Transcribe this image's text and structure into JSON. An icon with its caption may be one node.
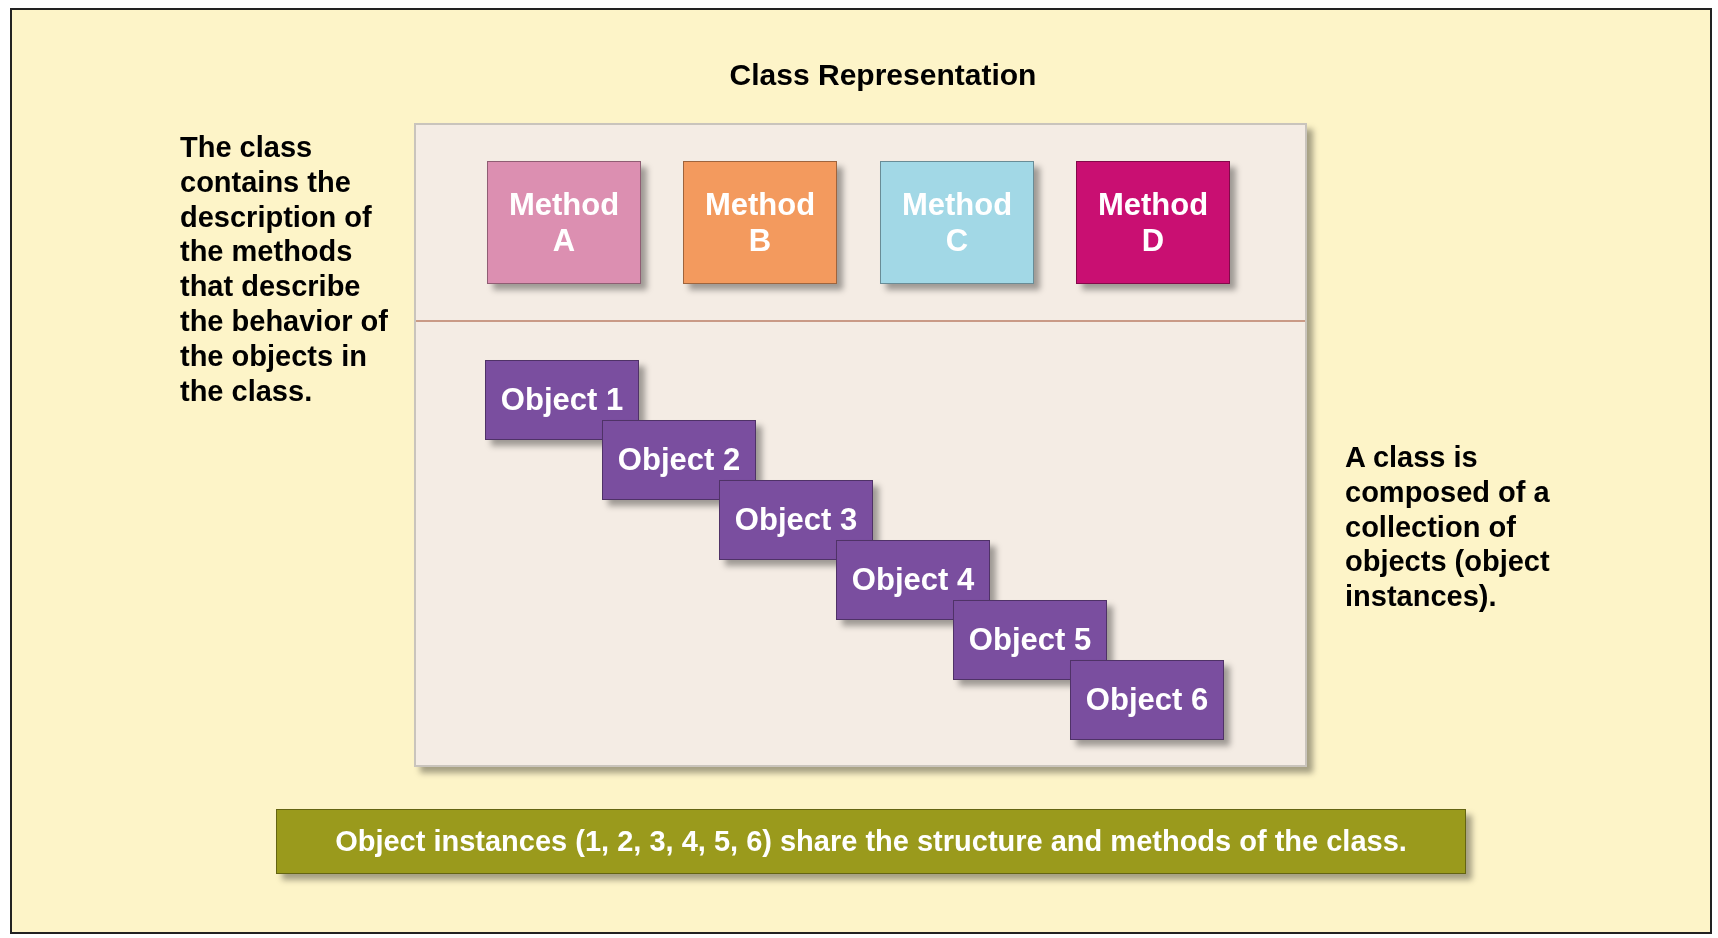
{
  "diagram": {
    "title": "Class Representation",
    "nodes": [
      {
        "text": [],
        "shape": "box"
      },
      {
        "text": [
          "Method A"
        ],
        "in": 0
      },
      {
        "text": [
          "Method B"
        ],
        "in": 0
      },
      {
        "text": [
          "Method C"
        ],
        "in": 0
      },
      {
        "text": [
          "Method D"
        ],
        "in": 0
      },
      {
        "text": [
          "Object 1"
        ],
        "in": 0
      },
      {
        "text": [
          "Object 2"
        ],
        "in": 0
      },
      {
        "text": [
          "Object 3"
        ],
        "in": 0
      },
      {
        "text": [
          "Object 4"
        ],
        "in": 0
      },
      {
        "text": [
          "Object 5"
        ],
        "in": 0
      },
      {
        "text": [
          "Object 6"
        ],
        "in": 0
      },
      {
        "text": [
          "Object instances (1, 2, 3, 4, 5, 6) share the structure and methods of the class."
        ]
      }
    ],
    "edges": [],
    "labels": [
      "The class contains the description of the methods that describe the behavior of the objects in the class.",
      "A class is composed of a collection of objects (object instances)."
    ]
  }
}
